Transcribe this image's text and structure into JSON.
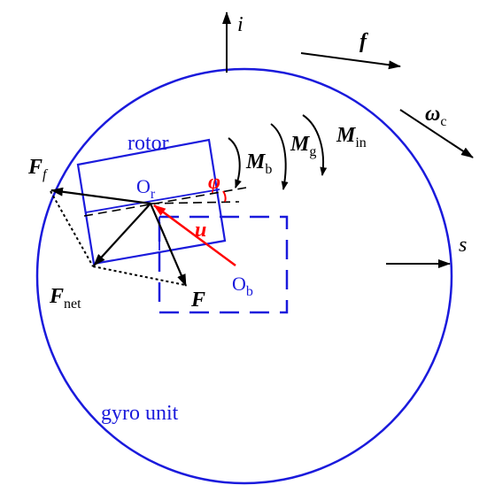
{
  "colors": {
    "blue": "#1a1adc",
    "red": "#ff0000",
    "black": "#000000"
  },
  "labels": {
    "i": "i",
    "f": "f",
    "omega": "ω",
    "omega_sub": "c",
    "s": "s",
    "rotor": "rotor",
    "gyro_unit": "gyro unit",
    "F_f": "F",
    "F_f_sub": "f",
    "O_r": "O",
    "O_r_sub": "r",
    "phi": "φ",
    "u": "u",
    "O_b": "O",
    "O_b_sub": "b",
    "F_net": "F",
    "F_net_sub": "net",
    "F": "F",
    "M_b": "M",
    "M_b_sub": "b",
    "M_g": "M",
    "M_g_sub": "g",
    "M_in": "M",
    "M_in_sub": "in"
  }
}
